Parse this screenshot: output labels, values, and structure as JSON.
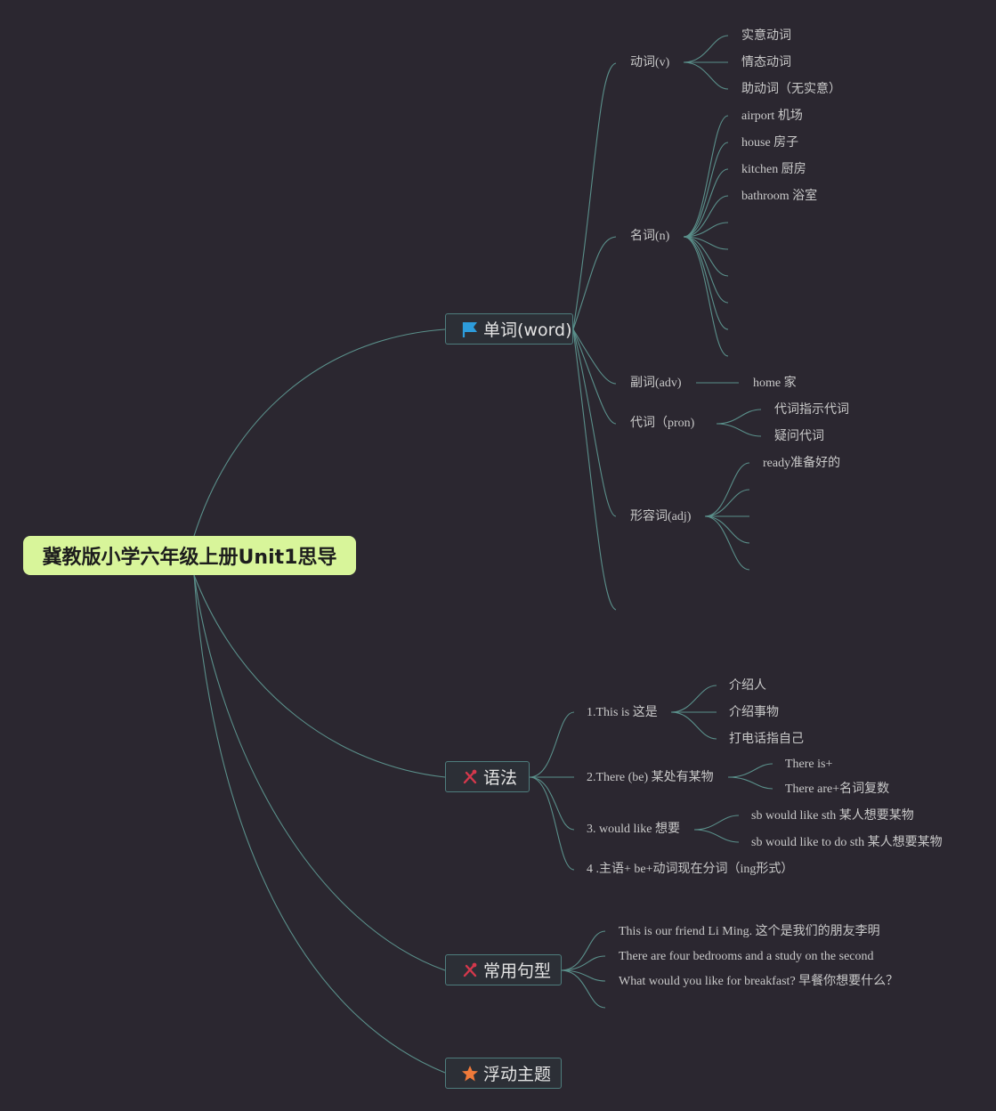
{
  "root": {
    "title": "冀教版小学六年级上册Unit1思导"
  },
  "topics": {
    "word": {
      "label": "单词(word)",
      "icon": "flag-icon"
    },
    "grammar": {
      "label": "语法",
      "icon": "tools-icon"
    },
    "sentences": {
      "label": "常用句型",
      "icon": "tools-icon"
    },
    "floating": {
      "label": "浮动主题",
      "icon": "star-icon"
    }
  },
  "word": {
    "verb": {
      "label": "动词(v)",
      "children": [
        "实意动词",
        "情态动词",
        "助动词（无实意）"
      ]
    },
    "noun": {
      "label": "名词(n)",
      "children": [
        "airport 机场",
        "house 房子",
        "kitchen 厨房",
        "bathroom 浴室"
      ]
    },
    "adverb": {
      "label": "副词(adv)",
      "children": [
        "home 家"
      ]
    },
    "pronoun": {
      "label": "代词（pron)",
      "children": [
        "代词指示代词",
        "疑问代词"
      ]
    },
    "adjective": {
      "label": "形容词(adj)",
      "children": [
        "ready准备好的"
      ]
    }
  },
  "grammar": {
    "this_is": {
      "label": "1.This is 这是",
      "children": [
        "介绍人",
        "介绍事物",
        "打电话指自己"
      ]
    },
    "there_be": {
      "label": "2.There (be) 某处有某物",
      "children": [
        "There is+",
        "There are+名词复数"
      ]
    },
    "would_like": {
      "label": "3. would like 想要",
      "children": [
        "sb would like sth 某人想要某物",
        "sb would like to do sth 某人想要某物"
      ]
    },
    "progressive": {
      "label": "4 .主语+ be+动词现在分词（ing形式）"
    }
  },
  "sentences": {
    "items": [
      "This is our friend Li Ming. 这个是我们的朋友李明",
      "There are four bedrooms and a study on the second",
      "What would you like for breakfast? 早餐你想要什么？"
    ]
  },
  "colors": {
    "line": "#5a8f8a",
    "root_bg": "#d8f59a",
    "flag": "#2d9cdb",
    "tools": "#d4384c",
    "star": "#f07a3a"
  }
}
